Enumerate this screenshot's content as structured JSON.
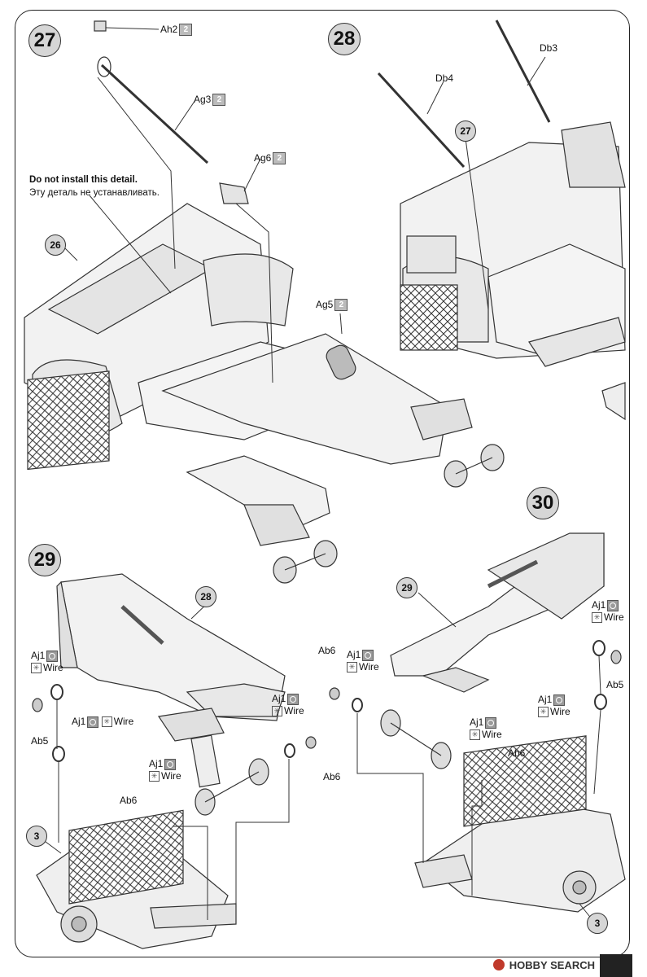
{
  "steps": {
    "s27": "27",
    "s28": "28",
    "s29": "29",
    "s30": "30"
  },
  "refs": {
    "r26": "26",
    "r27": "27",
    "r28": "28",
    "r29": "29",
    "r3a": "3",
    "r3b": "3"
  },
  "parts": {
    "ah2": "Ah2",
    "ag3": "Ag3",
    "ag6": "Ag6",
    "ag5": "Ag5",
    "db4": "Db4",
    "db3": "Db3",
    "aj1": "Aj1",
    "wire": "Wire",
    "ab5": "Ab5",
    "ab6": "Ab6"
  },
  "qty": {
    "x2": "2"
  },
  "warning": {
    "en": "Do not install this detail.",
    "ru": "Эту деталь не устанавливать."
  },
  "footer": {
    "brand": "HOBBY SEARCH"
  },
  "icons": [
    "step-number-icon",
    "part-quantity-icon",
    "wire-material-icon",
    "photo-etch-icon"
  ]
}
